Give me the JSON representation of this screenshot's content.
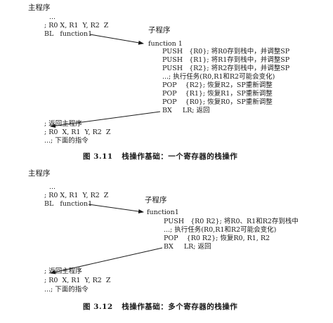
{
  "fig1": {
    "main_title": "主程序",
    "main_lines": [
      "...",
      "; R0 X, R1  Y, R2  Z",
      "BL   function1"
    ],
    "sub_title": "子程序",
    "sub_label": "function 1",
    "sub_lines": [
      "PUSH   {R0}; 将R0存到栈中，并调整SP",
      "PUSH   {R1}; 将R1存到栈中，并调整SP",
      "PUSH   {R2}; 将R2存到栈中，并调整SP",
      "...; 执行任务(R0,R1和R2可能会变化)",
      "POP    {R2}; 恢复R2，SP重新调整",
      "POP    {R1}; 恢复R1，SP重新调整",
      "POP    {R0}; 恢复R0，SP重新调整",
      "BX     LR; 返回"
    ],
    "return_lines": [
      "; 返回主程序",
      "; R0  X, R1  Y, R2  Z",
      "...; 下面的指令"
    ],
    "caption": "图 3.11   栈操作基础：一个寄存器的栈操作"
  },
  "fig2": {
    "main_title": "主程序",
    "main_lines": [
      "...",
      "; R0 X, R1  Y, R2  Z",
      "BL   function1"
    ],
    "sub_title": "子程序",
    "sub_label": "function1",
    "sub_lines": [
      "PUSH   {R0 R2}; 将R0、R1和R2存到栈中",
      "...; 执行任务(R0,R1和R2可能会变化)",
      "POP    {R0 R2}; 恢复R0, R1, R2",
      "BX     LR; 返回"
    ],
    "return_lines": [
      "; 返回主程序",
      "; R0  X, R1  Y, R2  Z",
      "...; 下面的指令"
    ],
    "caption": "图 3.12   栈操作基础：多个寄存器的栈操作"
  }
}
